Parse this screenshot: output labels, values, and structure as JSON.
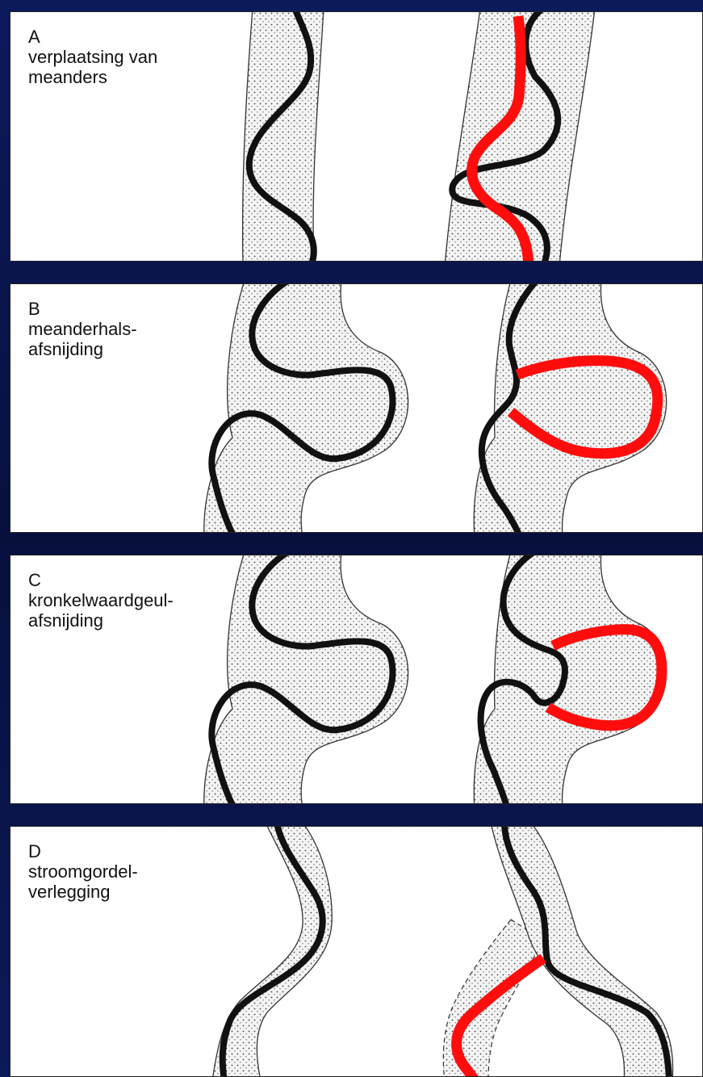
{
  "panels": [
    {
      "letter": "A",
      "text": "verplaatsing van\nmeanders"
    },
    {
      "letter": "B",
      "text": "meanderhals-\nafsnijding"
    },
    {
      "letter": "C",
      "text": "kronkelwaardgeul-\nafsnijding"
    },
    {
      "letter": "D",
      "text": "stroomgordel-\nverlegging"
    }
  ],
  "colors": {
    "background": "#0a1040",
    "river": "#111111",
    "highlight": "#ff0d0d",
    "panel": "#ffffff"
  }
}
